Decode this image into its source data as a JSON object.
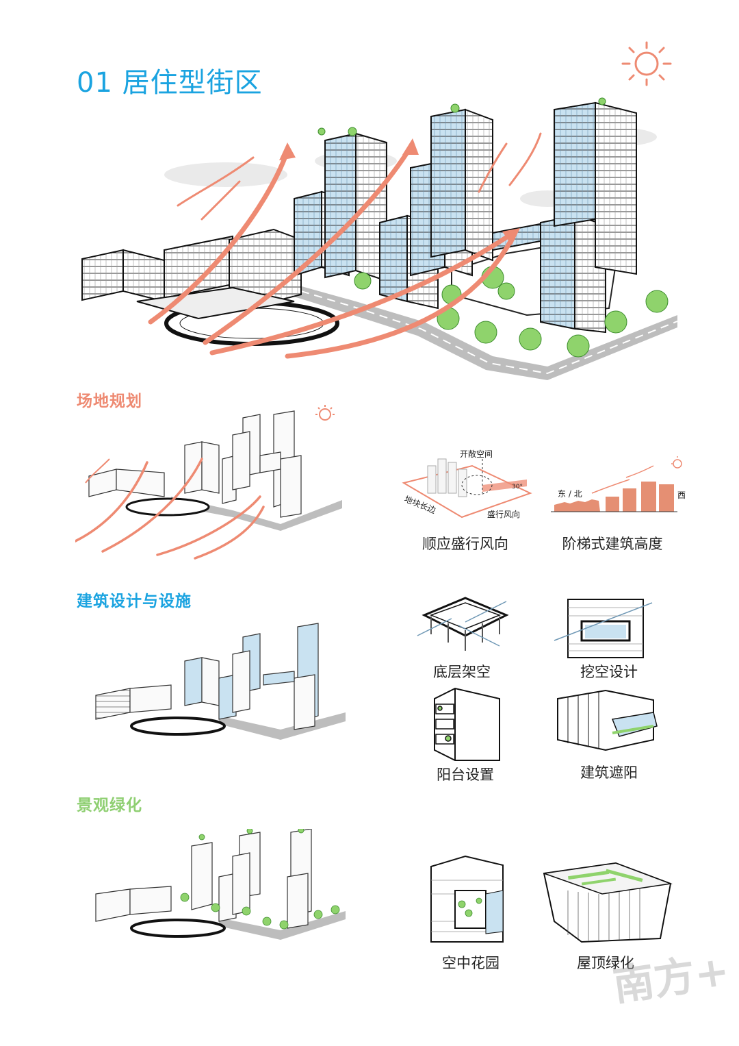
{
  "page_title": "01 居住型街区",
  "colors": {
    "title_blue": "#1aa3e0",
    "wind_salmon": "#ee8a72",
    "section_site": "#ee8a72",
    "section_building": "#1aa3e0",
    "section_landscape": "#8fcf72",
    "glass_blue": "#c9e2f1",
    "tree_green": "#8fd36c"
  },
  "sections": {
    "site_planning": {
      "heading": "场地规划",
      "diagrams": {
        "wind": {
          "caption": "顺应盛行风向",
          "label_open_space": "开敞空间",
          "label_long_side": "地块长边",
          "label_wind": "盛行风向",
          "label_angle": "30°"
        },
        "stepped": {
          "caption": "阶梯式建筑高度",
          "label_east_north": "东 / 北",
          "label_west": "西"
        }
      }
    },
    "building_design": {
      "heading": "建筑设计与设施",
      "items": [
        {
          "caption": "底层架空"
        },
        {
          "caption": "挖空设计"
        },
        {
          "caption": "阳台设置"
        },
        {
          "caption": "建筑遮阳"
        }
      ]
    },
    "landscape": {
      "heading": "景观绿化",
      "items": [
        {
          "caption": "空中花园"
        },
        {
          "caption": "屋顶绿化"
        }
      ]
    }
  },
  "watermark": "南方+",
  "icons": [
    "sun-icon",
    "wind-arrow-icon",
    "tree-icon",
    "building-icon"
  ]
}
